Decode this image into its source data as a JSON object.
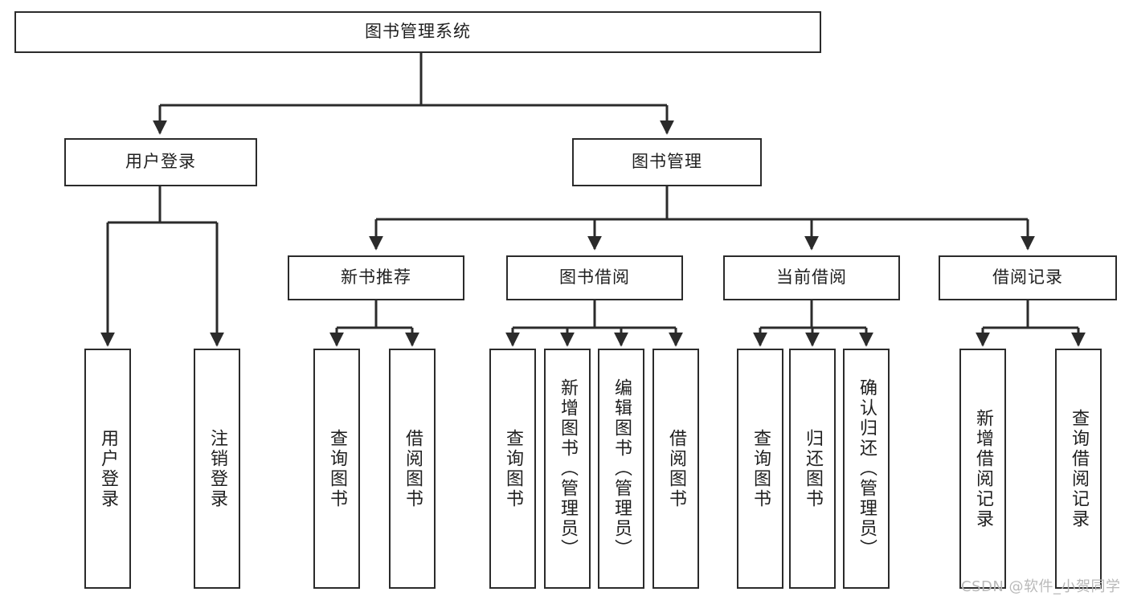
{
  "diagram": {
    "title": "图书管理系统",
    "watermark": "CSDN @软件_小贺同学",
    "colors": {
      "stroke": "#2b2b2b",
      "fill": "#ffffff",
      "text": "#1f1f1f",
      "watermark": "#b9b9b9"
    },
    "root": {
      "label": "图书管理系统"
    },
    "level2": [
      {
        "label": "用户登录"
      },
      {
        "label": "图书管理"
      }
    ],
    "level3": [
      {
        "label": "新书推荐"
      },
      {
        "label": "图书借阅"
      },
      {
        "label": "当前借阅"
      },
      {
        "label": "借阅记录"
      }
    ],
    "leaves": {
      "user_login": [
        {
          "label": "用户登录"
        },
        {
          "label": "注销登录"
        }
      ],
      "new_book_recommend": [
        {
          "label": "查询图书"
        },
        {
          "label": "借阅图书"
        }
      ],
      "book_borrow": [
        {
          "label": "查询图书"
        },
        {
          "label": "新增图书（管理员）"
        },
        {
          "label": "编辑图书（管理员）"
        },
        {
          "label": "借阅图书"
        }
      ],
      "current_borrow": [
        {
          "label": "查询图书"
        },
        {
          "label": "归还图书"
        },
        {
          "label": "确认归还（管理员）"
        }
      ],
      "borrow_record": [
        {
          "label": "新增借阅记录"
        },
        {
          "label": "查询借阅记录"
        }
      ]
    }
  }
}
